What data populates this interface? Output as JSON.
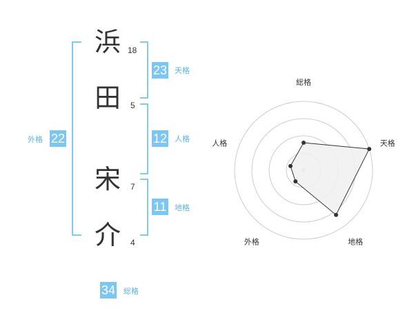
{
  "name": {
    "characters": [
      {
        "char": "浜",
        "strokes": "18"
      },
      {
        "char": "田",
        "strokes": "5"
      },
      {
        "char": "宋",
        "strokes": "7"
      },
      {
        "char": "介",
        "strokes": "4"
      }
    ]
  },
  "fortune": {
    "tenkaku": {
      "value": "23",
      "label": "天格"
    },
    "jinkaku": {
      "value": "12",
      "label": "人格"
    },
    "chikaku": {
      "value": "11",
      "label": "地格"
    },
    "gaikaku": {
      "value": "22",
      "label": "外格"
    },
    "soukaku": {
      "value": "34",
      "label": "総格"
    }
  },
  "chart_data": {
    "type": "radar",
    "axes": [
      "総格",
      "天格",
      "地格",
      "外格",
      "人格"
    ],
    "values": [
      2,
      5,
      4,
      1,
      1
    ],
    "range": [
      0,
      5
    ],
    "rings": 4,
    "colors": {
      "fill": "#f0f0f0",
      "line": "#333333",
      "grid": "#cccccc",
      "center": "#cccccc"
    }
  },
  "colors": {
    "accent": "#7cc6f4",
    "bracket": "#82c8f2",
    "label": "#5bb4e8"
  }
}
